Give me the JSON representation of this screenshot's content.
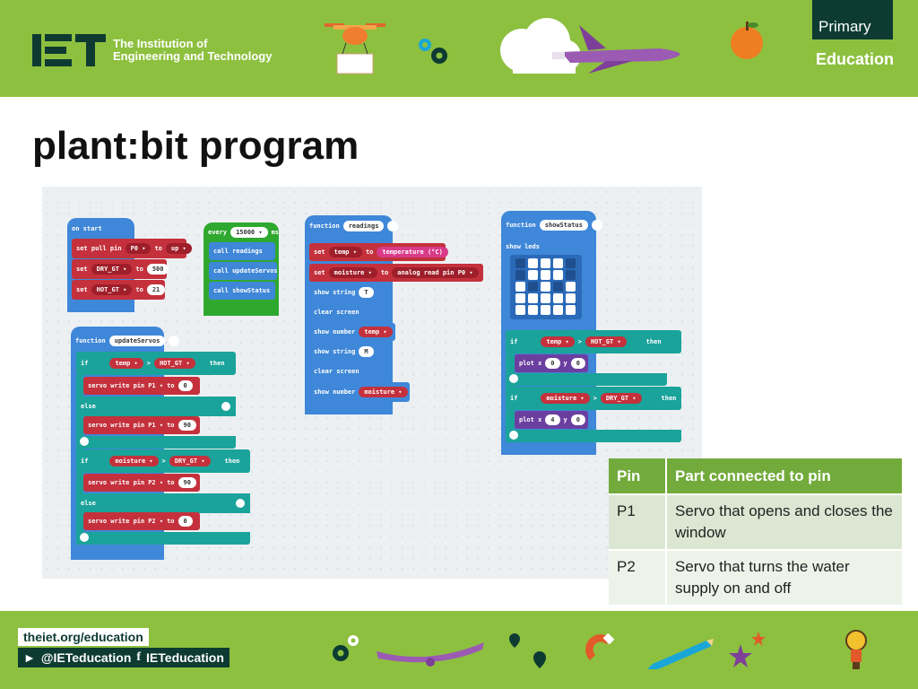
{
  "header": {
    "org_line1": "The Institution of",
    "org_line2": "Engineering and Technology",
    "primary": "Primary",
    "education": "Education"
  },
  "title": "plant:bit program",
  "blocks": {
    "on_start": {
      "label": "on start",
      "row1": [
        "set pull pin",
        "P0 ▾",
        "to",
        "up ▾"
      ],
      "row2": [
        "set",
        "DRY_GT ▾",
        "to",
        "500"
      ],
      "row3": [
        "set",
        "HOT_GT ▾",
        "to",
        "21"
      ]
    },
    "every": {
      "label": "every",
      "interval": "15000 ▾",
      "unit": "ms",
      "calls": [
        "call readings",
        "call updateServos",
        "call showStatus"
      ]
    },
    "readings": {
      "label": "function",
      "name": "readings",
      "r1": [
        "set",
        "temp ▾",
        "to",
        "temperature (°C)"
      ],
      "r2": [
        "set",
        "moisture ▾",
        "to",
        "analog read pin",
        "P0 ▾"
      ],
      "r3": [
        "show string",
        "T"
      ],
      "r4": "clear screen",
      "r5": [
        "show number",
        "temp ▾"
      ],
      "r6": [
        "show string",
        "M"
      ],
      "r7": "clear screen",
      "r8": [
        "show number",
        "moisture ▾"
      ]
    },
    "show_status": {
      "label": "function",
      "name": "showStatus",
      "leds": "show leds",
      "if1": [
        "if",
        "temp ▾",
        ">",
        "HOT_GT ▾",
        "then"
      ],
      "plot1": [
        "plot x",
        "0",
        "y",
        "0"
      ],
      "if2": [
        "if",
        "moisture ▾",
        ">",
        "DRY_GT ▾",
        "then"
      ],
      "plot2": [
        "plot x",
        "4",
        "y",
        "0"
      ]
    },
    "update_servos": {
      "label": "function",
      "name": "updateServos",
      "if1": [
        "if",
        "temp ▾",
        ">",
        "HOT_GT ▾",
        "then"
      ],
      "servo1": [
        "servo write pin",
        "P1 ▾",
        "to",
        "0"
      ],
      "else": "else",
      "servo2": [
        "servo write pin",
        "P1 ▾",
        "to",
        "90"
      ],
      "if2": [
        "if",
        "moisture ▾",
        ">",
        "DRY_GT ▾",
        "then"
      ],
      "servo3": [
        "servo write pin",
        "P2 ▾",
        "to",
        "90"
      ],
      "servo4": [
        "servo write pin",
        "P2 ▾",
        "to",
        "0"
      ]
    }
  },
  "table": {
    "headers": [
      "Pin",
      "Part connected to pin"
    ],
    "rows": [
      [
        "P1",
        "Servo that opens and closes the window"
      ],
      [
        "P2",
        "Servo that turns the water supply on and off"
      ]
    ]
  },
  "footer": {
    "url": "theiet.org/education",
    "twitter": "@IETeducation",
    "facebook": "IETeducation"
  },
  "colors": {
    "band_green": "#8dc03f",
    "dark_green": "#0d3b32",
    "table_header": "#72ab3c"
  }
}
